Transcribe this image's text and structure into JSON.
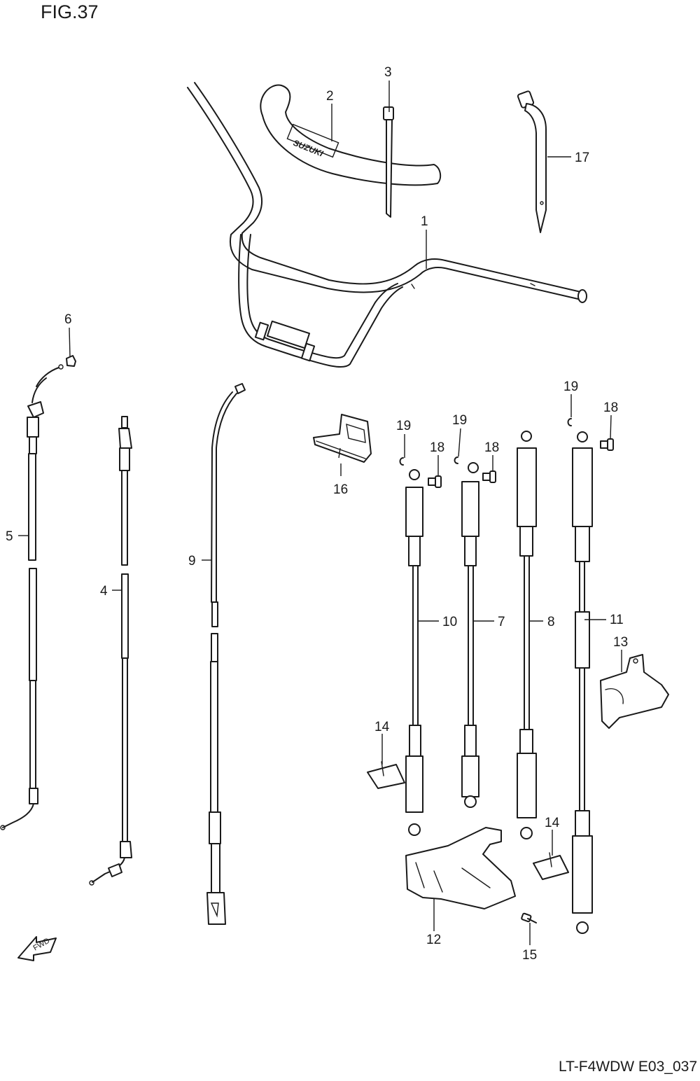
{
  "figure": {
    "title": "FIG.37",
    "drawing_code": "LT-F4WDW E03_037"
  },
  "handlebar_logo": "SUZUKI",
  "fwd_label": "FWD",
  "callouts": {
    "c1": "1",
    "c2": "2",
    "c3": "3",
    "c4": "4",
    "c5": "5",
    "c6": "6",
    "c7": "7",
    "c8": "8",
    "c9": "9",
    "c10": "10",
    "c11": "11",
    "c12": "12",
    "c13": "13",
    "c14a": "14",
    "c14b": "14",
    "c15": "15",
    "c16": "16",
    "c17": "17",
    "c18a": "18",
    "c18b": "18",
    "c18c": "18",
    "c19a": "19",
    "c19b": "19",
    "c19c": "19"
  }
}
